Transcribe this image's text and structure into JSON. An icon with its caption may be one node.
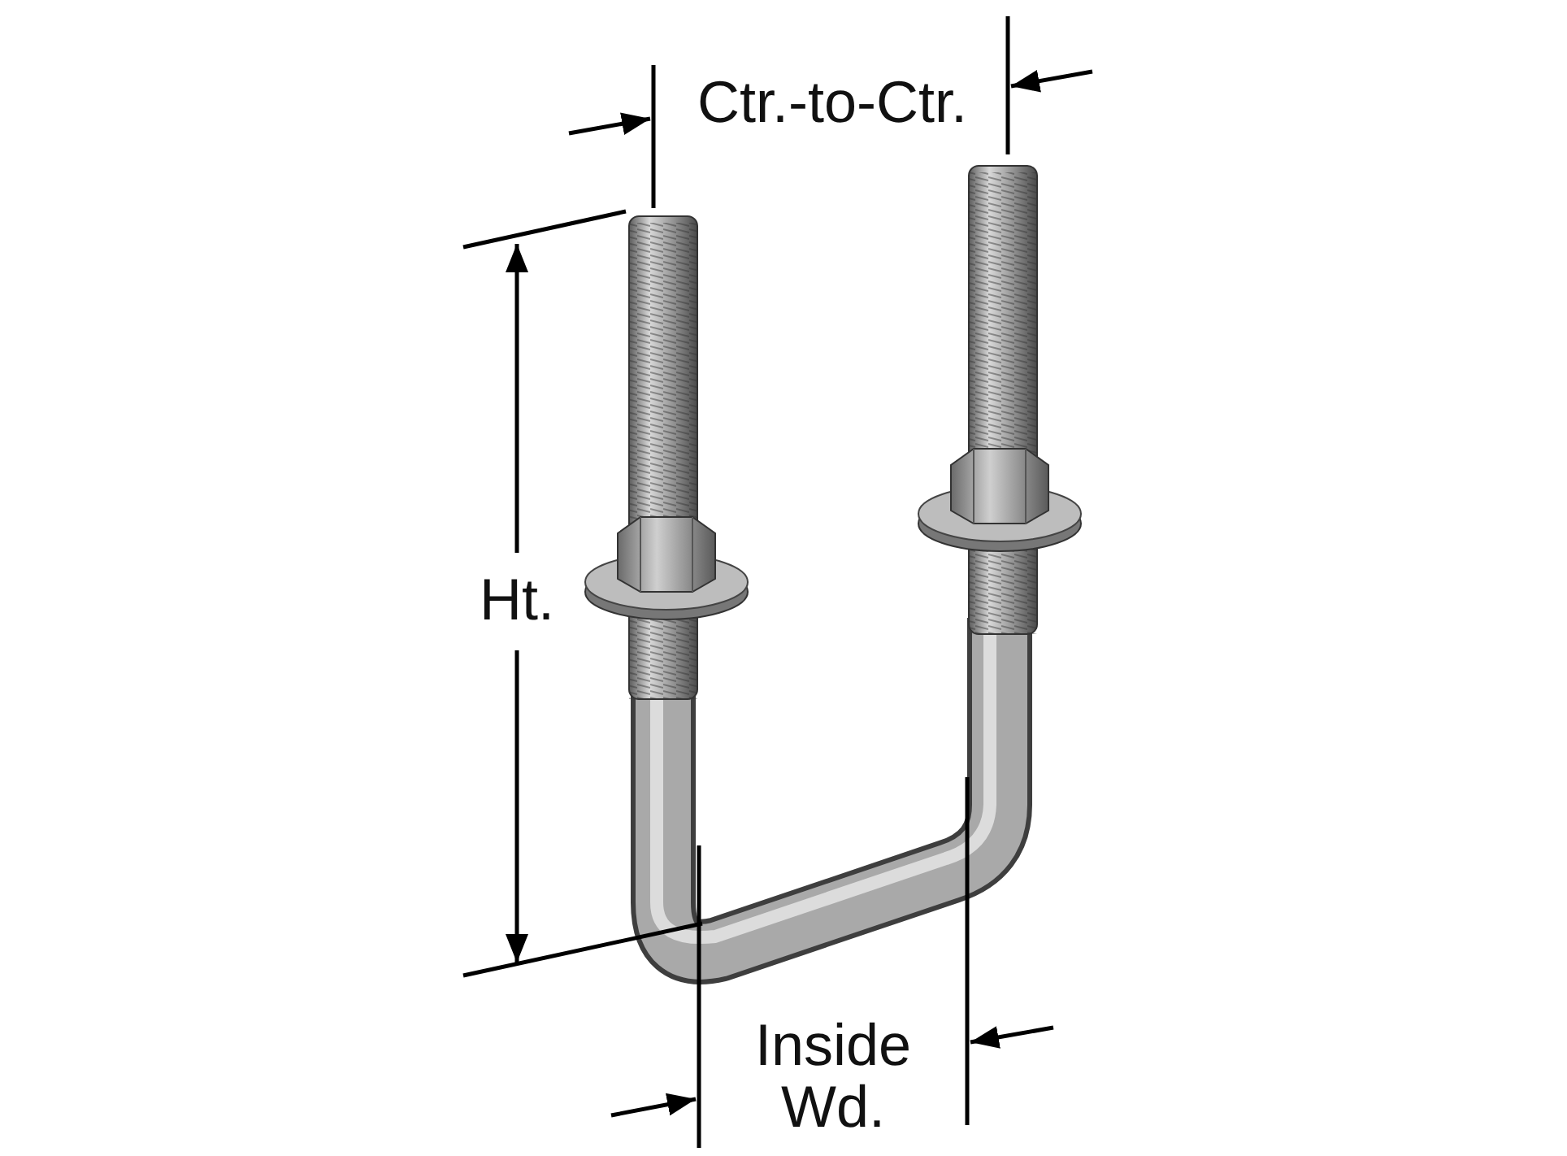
{
  "diagram": {
    "labels": [
      "Ctr.-to-Ctr.",
      "Ht.",
      "Inside Wd."
    ]
  }
}
